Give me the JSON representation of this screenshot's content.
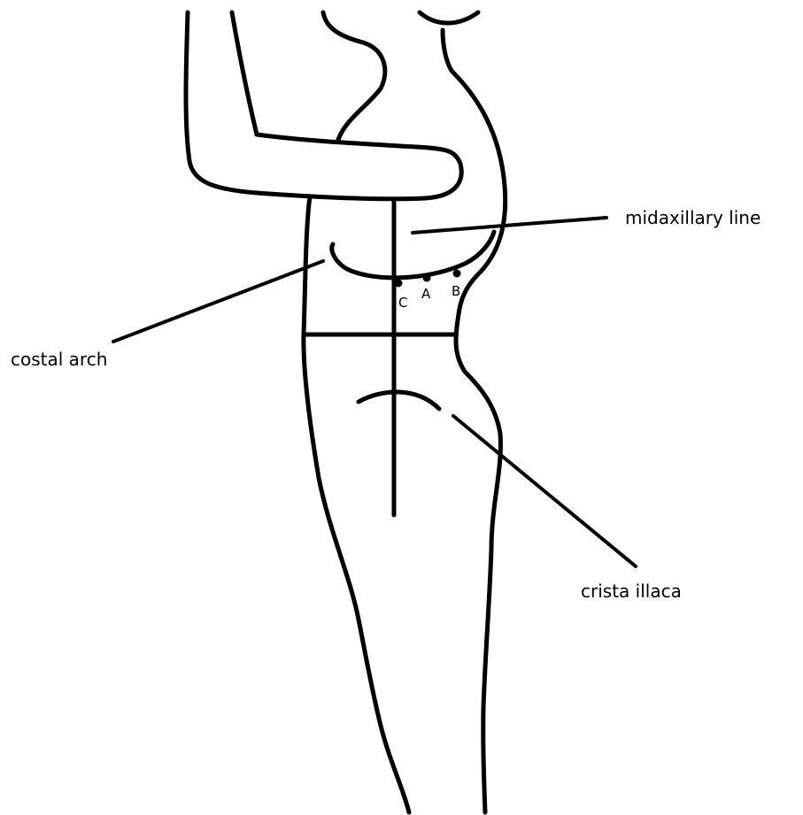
{
  "labels": {
    "midaxillary_line": "midaxillary line",
    "costal_arch": "costal arch",
    "crista_iliaca": "crista illaca"
  },
  "points": {
    "a": "A",
    "b": "B",
    "c": "C"
  }
}
